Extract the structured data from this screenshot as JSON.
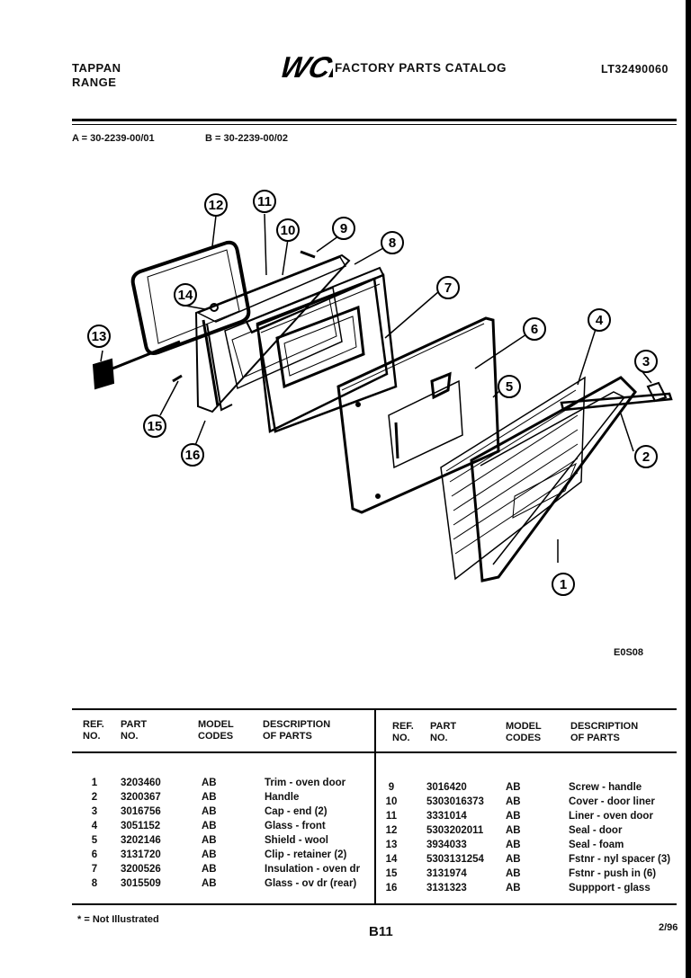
{
  "header": {
    "brand_line1": "TAPPAN",
    "brand_line2": "RANGE",
    "logo_text": "WCI",
    "catalog_title": "FACTORY PARTS CATALOG",
    "model_number": "LT32490060"
  },
  "model_codes": {
    "a": "A = 30-2239-00/01",
    "b": "B = 30-2239-00/02"
  },
  "diagram": {
    "code": "E0S08",
    "callouts": [
      "1",
      "2",
      "3",
      "4",
      "5",
      "6",
      "7",
      "8",
      "9",
      "10",
      "11",
      "12",
      "13",
      "14",
      "15",
      "16"
    ]
  },
  "table": {
    "headers": {
      "ref": "REF.\nNO.",
      "part": "PART\nNO.",
      "model": "MODEL\nCODES",
      "desc": "DESCRIPTION\nOF PARTS"
    },
    "left_rows": [
      {
        "ref": "1",
        "part": "3203460",
        "codes": "AB",
        "desc": "Trim - oven door"
      },
      {
        "ref": "2",
        "part": "3200367",
        "codes": "AB",
        "desc": "Handle"
      },
      {
        "ref": "3",
        "part": "3016756",
        "codes": "AB",
        "desc": "Cap - end (2)"
      },
      {
        "ref": "4",
        "part": "3051152",
        "codes": "AB",
        "desc": "Glass - front"
      },
      {
        "ref": "5",
        "part": "3202146",
        "codes": "AB",
        "desc": "Shield - wool"
      },
      {
        "ref": "6",
        "part": "3131720",
        "codes": "AB",
        "desc": "Clip - retainer (2)"
      },
      {
        "ref": "7",
        "part": "3200526",
        "codes": "AB",
        "desc": "Insulation - oven dr"
      },
      {
        "ref": "8",
        "part": "3015509",
        "codes": "AB",
        "desc": "Glass - ov dr (rear)"
      }
    ],
    "right_rows": [
      {
        "ref": "9",
        "part": "3016420",
        "codes": "AB",
        "desc": "Screw - handle"
      },
      {
        "ref": "10",
        "part": "5303016373",
        "codes": "AB",
        "desc": "Cover - door liner"
      },
      {
        "ref": "11",
        "part": "3331014",
        "codes": "AB",
        "desc": "Liner - oven door"
      },
      {
        "ref": "12",
        "part": "5303202011",
        "codes": "AB",
        "desc": "Seal - door"
      },
      {
        "ref": "13",
        "part": "3934033",
        "codes": "AB",
        "desc": "Seal - foam"
      },
      {
        "ref": "14",
        "part": "5303131254",
        "codes": "AB",
        "desc": "Fstnr - nyl spacer (3)"
      },
      {
        "ref": "15",
        "part": "3131974",
        "codes": "AB",
        "desc": "Fstnr - push in (6)"
      },
      {
        "ref": "16",
        "part": "3131323",
        "codes": "AB",
        "desc": "Suppport - glass"
      }
    ]
  },
  "footer": {
    "note": "* = Not Illustrated",
    "page": "B11",
    "date": "2/96"
  }
}
